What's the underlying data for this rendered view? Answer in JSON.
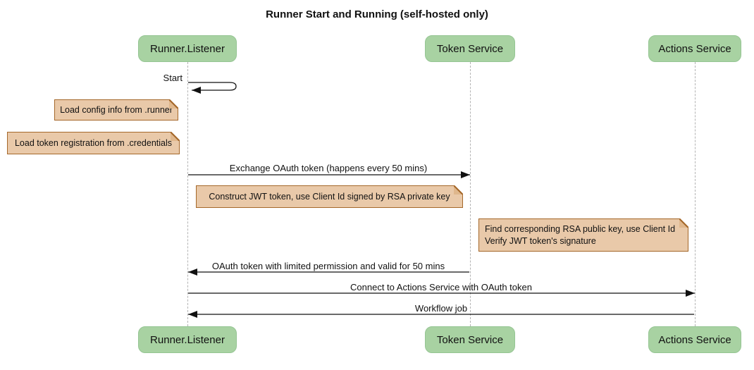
{
  "diagram": {
    "type": "sequence",
    "title": "Runner Start and Running (self-hosted only)"
  },
  "participants": [
    {
      "id": "runner-listener",
      "label": "Runner.Listener"
    },
    {
      "id": "token-service",
      "label": "Token Service"
    },
    {
      "id": "actions-service",
      "label": "Actions Service"
    }
  ],
  "messages": [
    {
      "label": "Start",
      "from": "runner-listener",
      "to": "runner-listener",
      "kind": "self-arrow"
    },
    {
      "label": "Exchange OAuth token (happens every 50 mins)",
      "from": "runner-listener",
      "to": "token-service",
      "kind": "solid-arrow"
    },
    {
      "label": "OAuth token with limited permission and valid for 50 mins",
      "from": "token-service",
      "to": "runner-listener",
      "kind": "solid-arrow"
    },
    {
      "label": "Connect to Actions Service with OAuth token",
      "from": "runner-listener",
      "to": "actions-service",
      "kind": "solid-arrow"
    },
    {
      "label": "Workflow job",
      "from": "actions-service",
      "to": "runner-listener",
      "kind": "solid-arrow"
    }
  ],
  "notes": [
    {
      "text": "Load config info from .runner",
      "placement": "left of runner-listener"
    },
    {
      "text": "Load token registration from .credentials",
      "placement": "left of runner-listener"
    },
    {
      "text": "Construct JWT token, use Client Id signed by RSA private key",
      "placement": "right of runner-listener"
    },
    {
      "text": "Find corresponding RSA public key, use Client Id\nVerify JWT token's signature",
      "placement": "left of actions-service"
    }
  ],
  "colors": {
    "participant_fill": "#a8d2a2",
    "participant_border": "#95c593",
    "note_fill": "#e9c9a9",
    "note_border": "#a5682a",
    "lifeline": "#b3b3b3",
    "arrow": "#111111",
    "text": "#111111",
    "background": "#ffffff"
  }
}
